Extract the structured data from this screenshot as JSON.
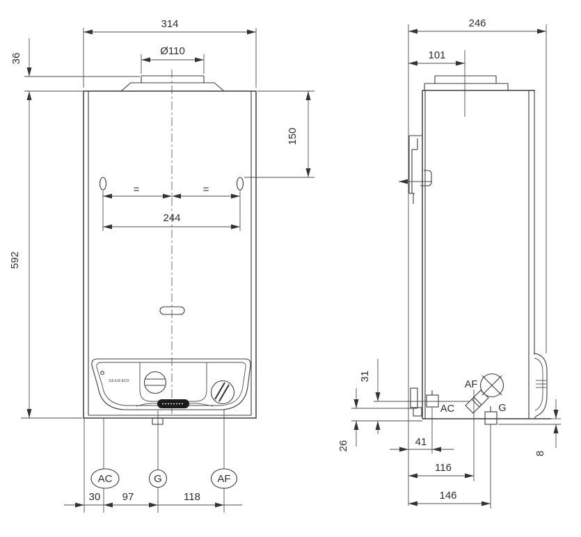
{
  "colors": {
    "ink": "#3a3a3a",
    "text": "#2d2d2d",
    "badge_fill": "#1b1b1b",
    "background": "#ffffff"
  },
  "front_view": {
    "dim_width": "314",
    "dim_flue_diameter": "Ø110",
    "dim_flue_height": "36",
    "dim_height": "592",
    "dim_holes_from_top": "150",
    "dim_hole_spacing": "244",
    "equal_left": "=",
    "equal_right": "=",
    "conn_ac": "AC",
    "conn_g": "G",
    "conn_af": "AF",
    "dim_ac_offset": "30",
    "dim_ac_to_g": "97",
    "dim_g_to_af": "118",
    "panel_brand": "JULIUS ECO"
  },
  "side_view": {
    "dim_depth": "246",
    "dim_flue_offset": "101",
    "dim_ac_height": "31",
    "dim_pipe_drop": "26",
    "dim_ac_depth": "41",
    "dim_af_depth": "116",
    "dim_g_depth": "146",
    "dim_g_protrusion": "8",
    "lbl_af": "AF",
    "lbl_ac": "AC",
    "lbl_g": "G"
  }
}
